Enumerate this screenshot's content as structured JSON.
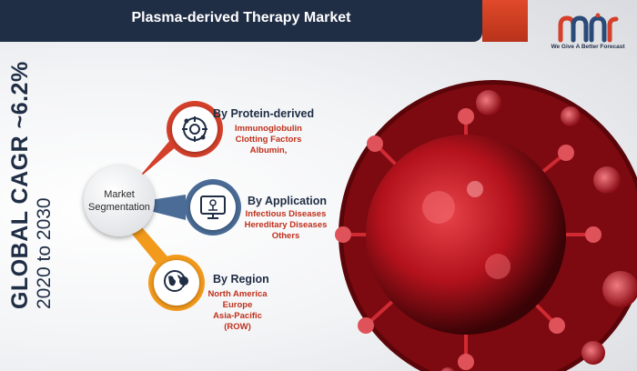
{
  "header": {
    "title": "Plasma-derived Therapy Market"
  },
  "logo": {
    "tagline": "We Give A Better Forecast",
    "icon": "mmr-logo-icon"
  },
  "cagr": {
    "main": "GLOBAL CAGR ~6.2%",
    "period": "2020 to 2030"
  },
  "center": {
    "label": "Market Segmentation"
  },
  "segments": [
    {
      "title": "By Protein-derived",
      "icon": "protein-molecule-icon",
      "items": [
        "Immunoglobulin",
        "Clotting Factors",
        "Albumin,"
      ]
    },
    {
      "title": "By Application",
      "icon": "application-monitor-icon",
      "items": [
        "Infectious Diseases",
        "Hereditary Diseases",
        "Others"
      ]
    },
    {
      "title": "By Region",
      "icon": "region-globe-icon",
      "items": [
        "North America",
        "Europe",
        "Asia-Pacific",
        "(ROW)"
      ]
    }
  ],
  "colors": {
    "navy": "#1f2d45",
    "red": "#c0301b",
    "connector_red": "#d4402a",
    "connector_blue": "#4a6c96",
    "connector_orange": "#f29a1c"
  }
}
